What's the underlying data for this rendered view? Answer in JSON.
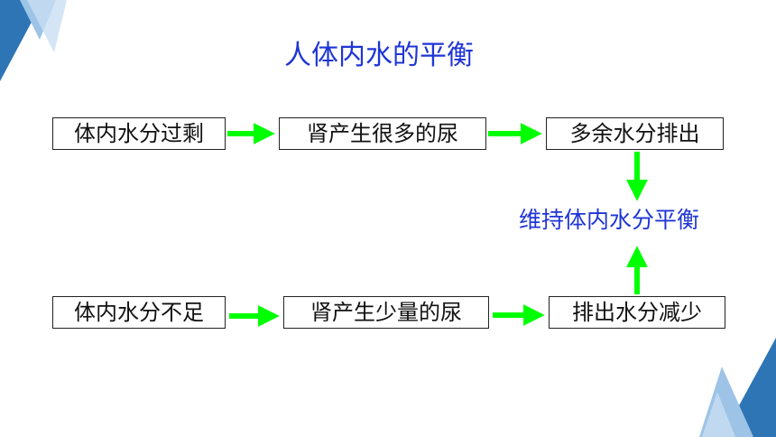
{
  "title": "人体内水的平衡",
  "top_row": [
    "体内水分过剩",
    "肾产生很多的尿",
    "多余水分排出"
  ],
  "center_label": "维持体内水分平衡",
  "bottom_row": [
    "体内水分不足",
    "肾产生少量的尿",
    "排出水分减少"
  ],
  "colors": {
    "title": "#1f35d6",
    "arrow": "#00ff00",
    "deco_dark": "#2e75b6",
    "deco_light": "#9dc3e6"
  }
}
